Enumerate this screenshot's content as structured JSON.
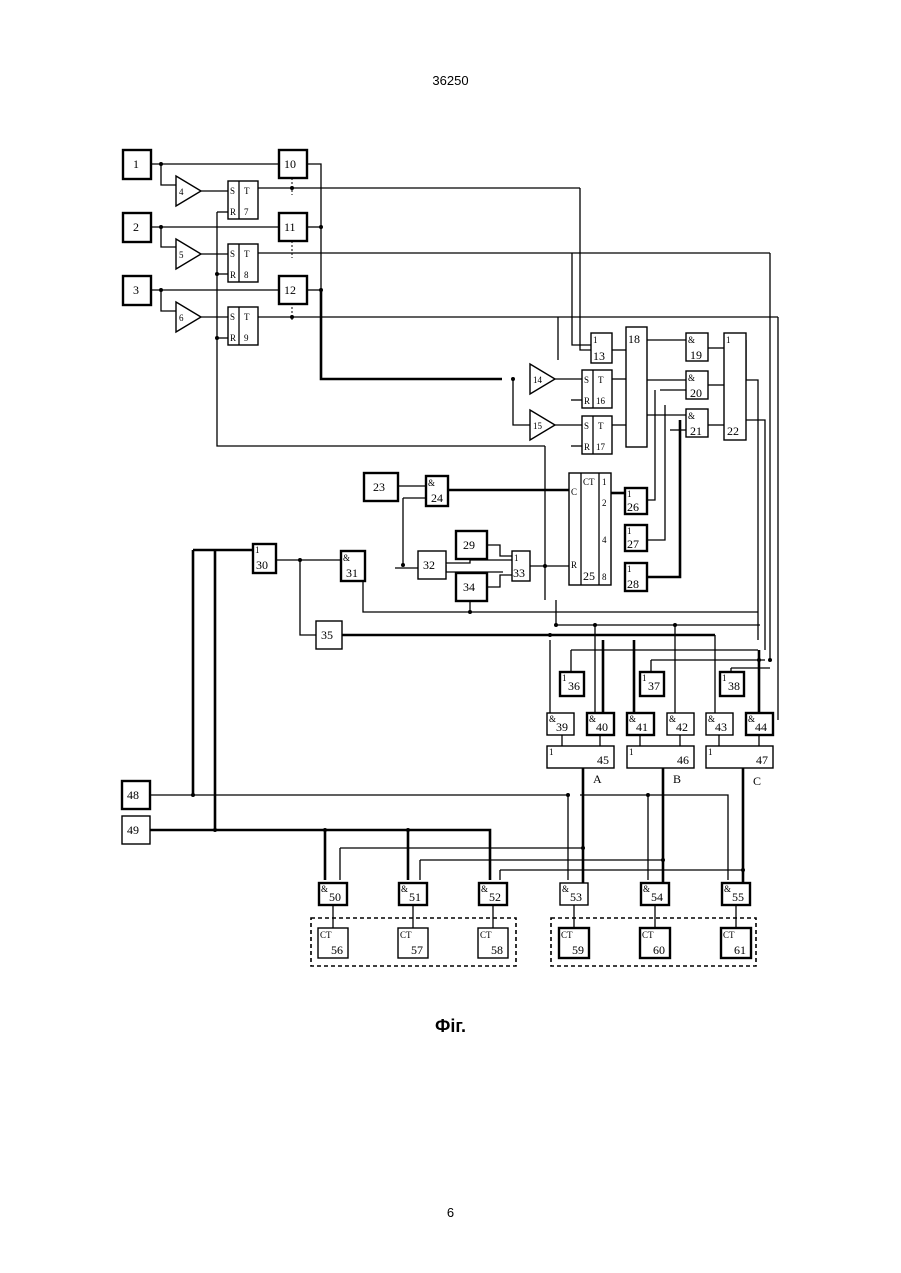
{
  "header": {
    "page_number_top": "36250"
  },
  "figure": {
    "caption": "Фіг.",
    "blocks": {
      "b1": "1",
      "b2": "2",
      "b3": "3",
      "b4": "4",
      "b5": "5",
      "b6": "6",
      "b7": "7",
      "b8": "8",
      "b9": "9",
      "b10": "10",
      "b11": "11",
      "b12": "12",
      "b13": "13",
      "b14": "14",
      "b15": "15",
      "b16": "16",
      "b17": "17",
      "b18": "18",
      "b19": "19",
      "b20": "20",
      "b21": "21",
      "b22": "22",
      "b23": "23",
      "b24": "24",
      "b25": "25",
      "b26": "26",
      "b27": "27",
      "b28": "28",
      "b29": "29",
      "b30": "30",
      "b31": "31",
      "b32": "32",
      "b33": "33",
      "b34": "34",
      "b35": "35",
      "b36": "36",
      "b37": "37",
      "b38": "38",
      "b39": "39",
      "b40": "40",
      "b41": "41",
      "b42": "42",
      "b43": "43",
      "b44": "44",
      "b45": "45",
      "b46": "46",
      "b47": "47",
      "b48": "48",
      "b49": "49",
      "b50": "50",
      "b51": "51",
      "b52": "52",
      "b53": "53",
      "b54": "54",
      "b55": "55",
      "b56": "56",
      "b57": "57",
      "b58": "58",
      "b59": "59",
      "b60": "60",
      "b61": "61"
    },
    "symbols": {
      "S": "S",
      "R": "R",
      "T": "T",
      "and": "&",
      "or": "1",
      "CT": "CT",
      "C": "C",
      "ct_out1": "1",
      "ct_out2": "2",
      "ct_out4": "4",
      "ct_out8": "8"
    },
    "bus_labels": {
      "A": "A",
      "B": "B",
      "C": "C"
    }
  },
  "footer": {
    "page_number_bottom": "6"
  }
}
